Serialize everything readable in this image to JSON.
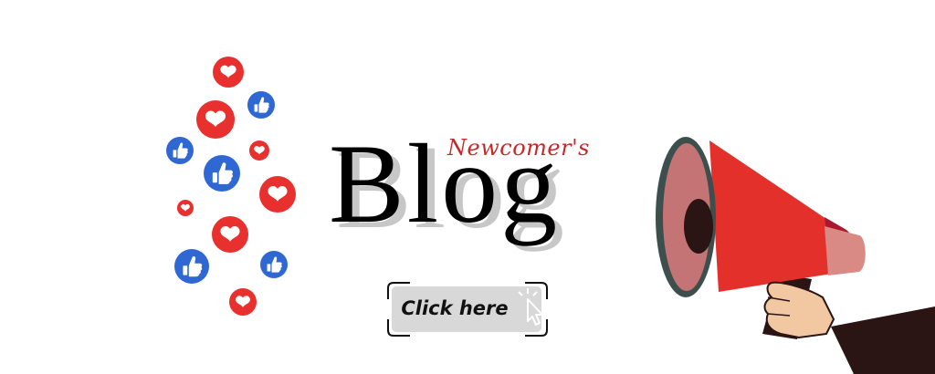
{
  "banner": {
    "subtitle": "Newcomer's",
    "title": "Blog",
    "cta_label": "Click here"
  },
  "reactions": [
    {
      "kind": "heart",
      "icon": "heart-icon"
    },
    {
      "kind": "like",
      "icon": "thumbs-up-icon"
    },
    {
      "kind": "heart",
      "icon": "heart-icon"
    },
    {
      "kind": "like",
      "icon": "thumbs-up-icon"
    },
    {
      "kind": "heart",
      "icon": "heart-icon"
    },
    {
      "kind": "like",
      "icon": "thumbs-up-icon"
    },
    {
      "kind": "heart",
      "icon": "heart-icon"
    },
    {
      "kind": "heart",
      "icon": "heart-icon"
    },
    {
      "kind": "heart",
      "icon": "heart-icon"
    },
    {
      "kind": "like",
      "icon": "thumbs-up-icon"
    },
    {
      "kind": "like",
      "icon": "thumbs-up-icon"
    },
    {
      "kind": "heart",
      "icon": "heart-icon"
    }
  ],
  "colors": {
    "heart": "#e8302e",
    "like": "#2f67d3",
    "title": "#000000",
    "title_shadow": "#c7c7c7",
    "subtitle": "#c62828",
    "button_fill": "#d8d8d8",
    "megaphone_red": "#e3302a",
    "megaphone_rim": "#3d4f4d",
    "megaphone_inner": "#c47474",
    "sleeve": "#2b1414",
    "skin": "#f1c8a2"
  }
}
